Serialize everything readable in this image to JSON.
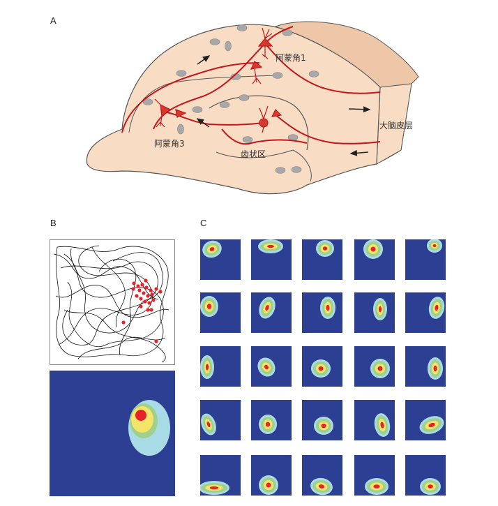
{
  "panels": {
    "a": {
      "label": "A"
    },
    "b": {
      "label": "B"
    },
    "c": {
      "label": "C"
    }
  },
  "hippocampus": {
    "ca1_label": "阿蒙角1",
    "ca3_label": "阿蒙角3",
    "dentate_label": "齿状区",
    "cortex_label": "大脑皮层"
  },
  "colors": {
    "tissue": "#f9dcc4",
    "cortex_edge": "#eec7a8",
    "axon": "#c4161c",
    "neuron": "#d33b2c",
    "cell_body": "#a8a8a8",
    "heatmap_bg": "#2d3f93",
    "heat_low": "#a9dbe6",
    "heat_mid": "#9fd08c",
    "heat_high": "#f4e46a",
    "heat_peak": "#e8222a"
  },
  "place_fields": {
    "note_icon": "place-field-heatmap",
    "count": 25
  }
}
